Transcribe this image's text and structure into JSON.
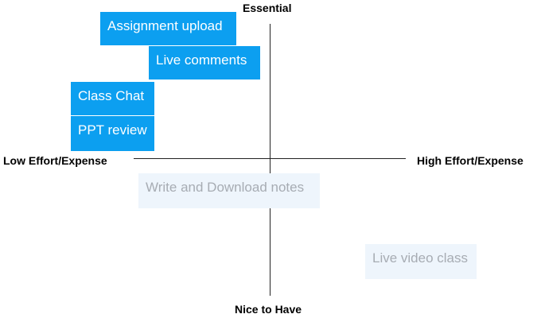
{
  "axes": {
    "top": "Essential",
    "bottom": "Nice to Have",
    "left": "Low Effort/Expense",
    "right": "High Effort/Expense"
  },
  "features": [
    {
      "label": "Assignment upload",
      "highlighted": true
    },
    {
      "label": "Live comments",
      "highlighted": true
    },
    {
      "label": "Class Chat",
      "highlighted": true
    },
    {
      "label": "PPT review",
      "highlighted": true
    },
    {
      "label": "Write and Download notes",
      "highlighted": false
    },
    {
      "label": "Live video class",
      "highlighted": false
    }
  ],
  "colors": {
    "highlight_bg": "#0c9ff0",
    "highlight_text": "#ffffff",
    "muted_bg": "#eef5fc",
    "muted_text": "#a7acb3",
    "axis": "#222222"
  }
}
